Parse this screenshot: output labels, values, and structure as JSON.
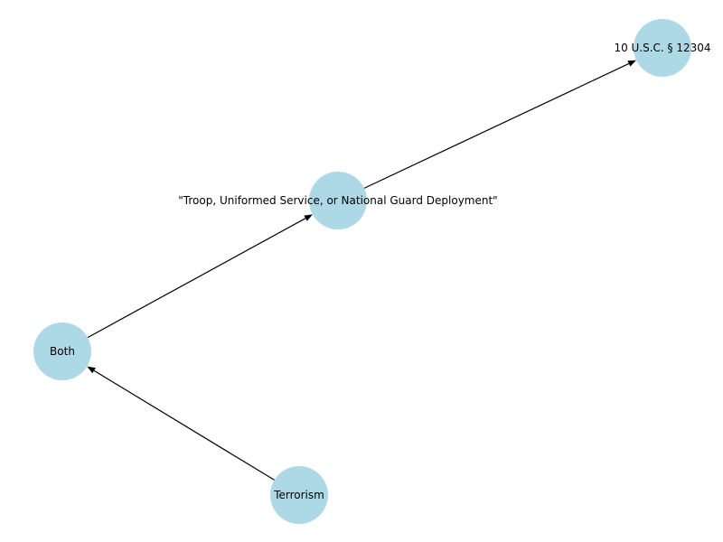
{
  "graph": {
    "node_color": "#add8e6",
    "edge_color": "#000000",
    "nodes": [
      {
        "id": "usc",
        "label": "10 U.S.C. § 12304"
      },
      {
        "id": "troop",
        "label": "\"Troop, Uniformed Service, or National Guard Deployment\""
      },
      {
        "id": "both",
        "label": "Both"
      },
      {
        "id": "terrorism",
        "label": "Terrorism"
      }
    ],
    "edges": [
      {
        "from": "terrorism",
        "to": "both"
      },
      {
        "from": "both",
        "to": "troop"
      },
      {
        "from": "troop",
        "to": "usc"
      }
    ]
  }
}
